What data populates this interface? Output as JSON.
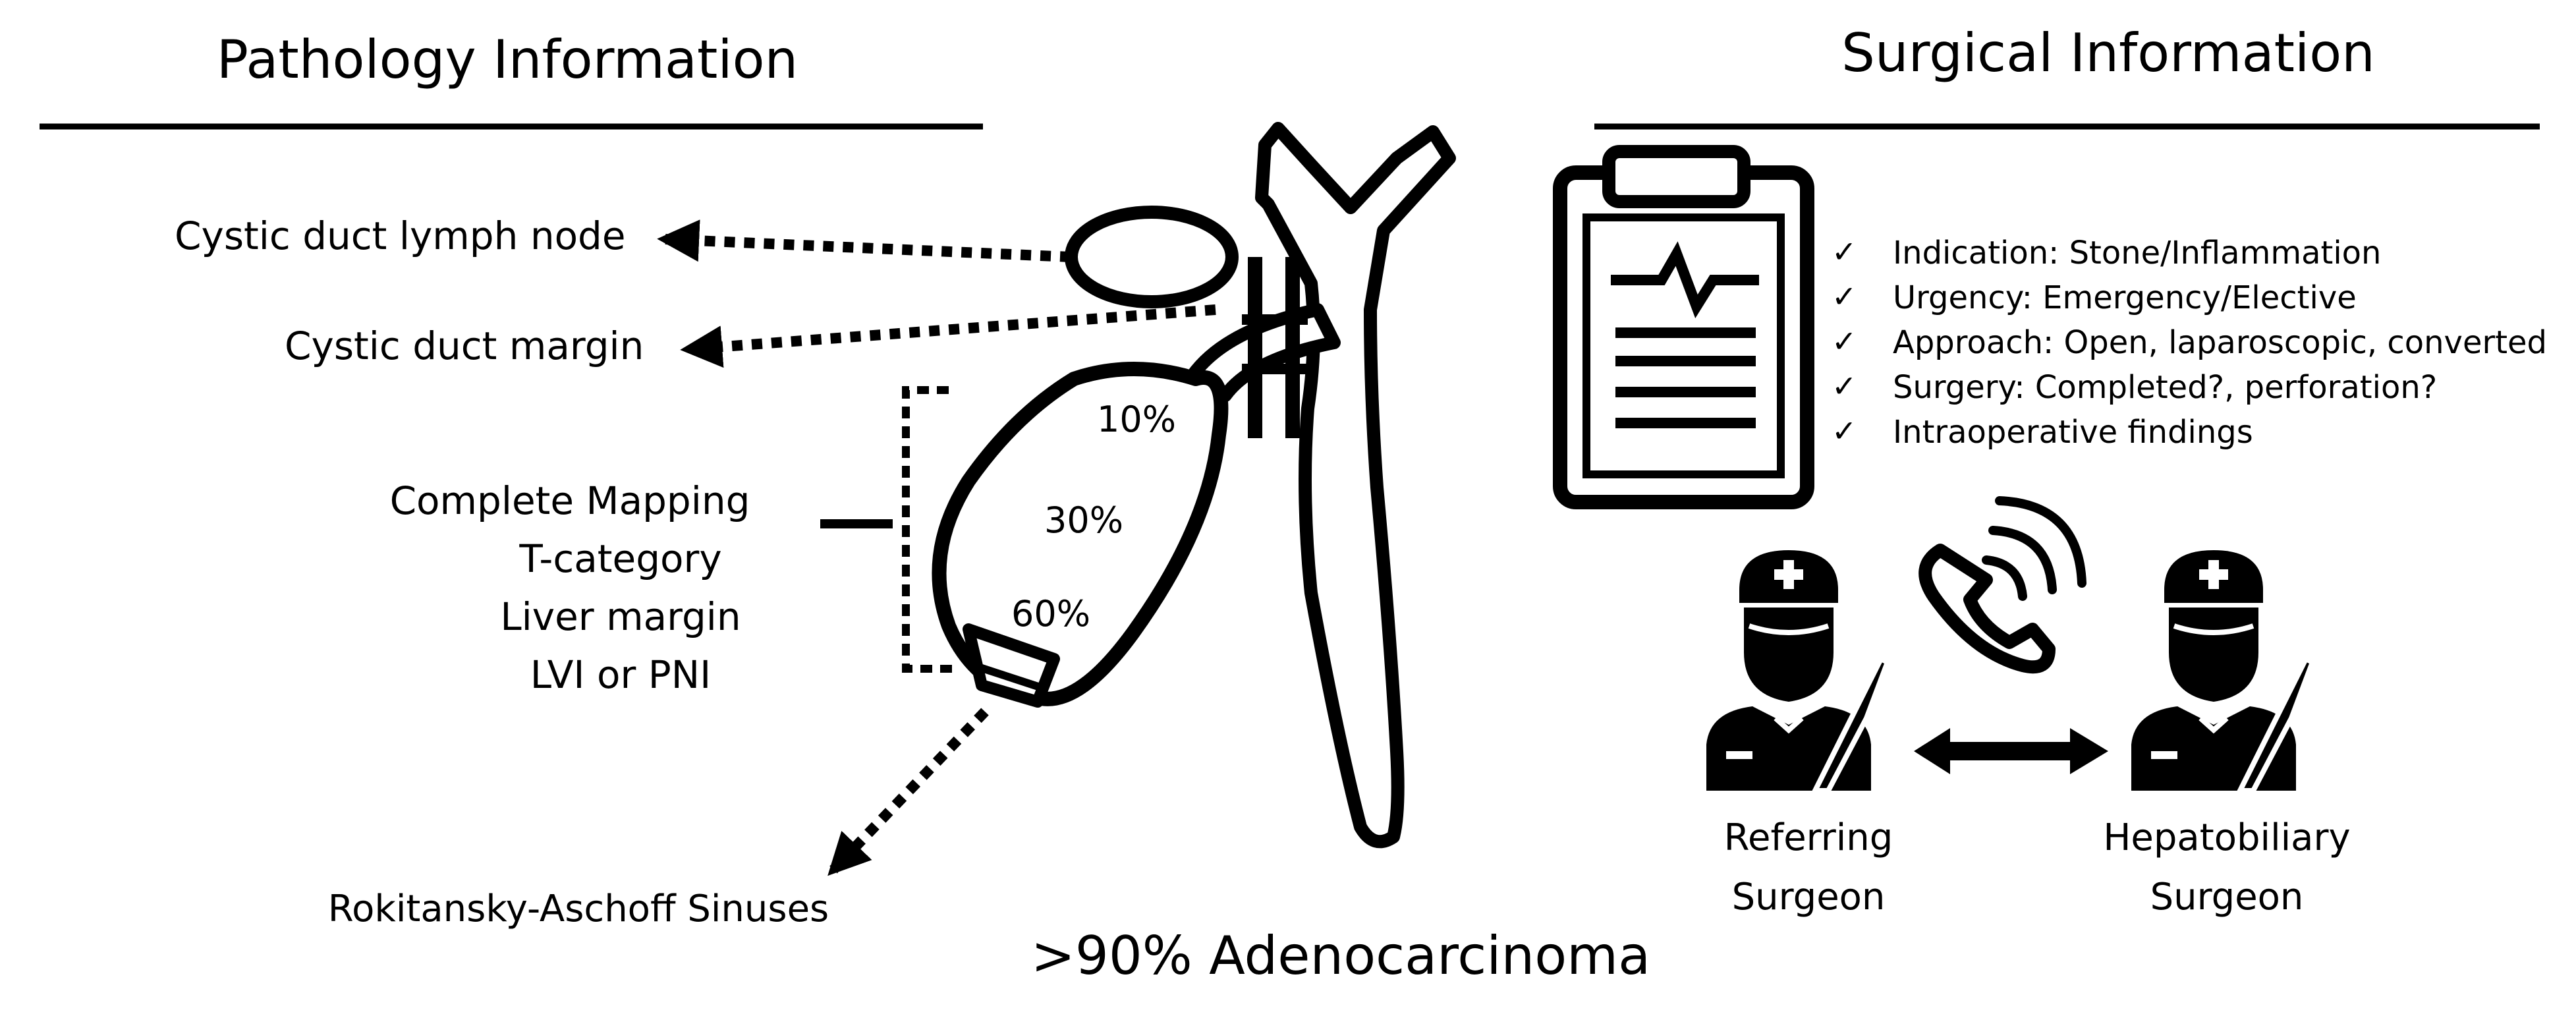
{
  "left_heading": "Pathology Information",
  "right_heading": "Surgical Information",
  "labels": {
    "lymph_node": "Cystic duct lymph node",
    "duct_margin": "Cystic duct margin",
    "mapping": [
      "Complete Mapping",
      "T-category",
      "Liver margin",
      "LVI or PNI"
    ],
    "sinuses": "Rokitansky-Aschoff Sinuses",
    "adenocarcinoma": ">90% Adenocarcinoma"
  },
  "percentages": [
    "10%",
    "30%",
    "60%"
  ],
  "checklist": {
    "check_mark": "✓",
    "items": [
      "Indication: Stone/Inflammation",
      "Urgency: Emergency/Elective",
      "Approach: Open, laparoscopic, converted",
      "Surgery: Completed?, perforation?",
      "Intraoperative findings"
    ]
  },
  "surgeons": {
    "referring": [
      "Referring",
      "Surgeon"
    ],
    "hepatobiliary": [
      "Hepatobiliary",
      "Surgeon"
    ]
  },
  "icons": [
    "clipboard-ecg-icon",
    "phone-ringing-icon",
    "surgeon-icon",
    "double-arrow-icon",
    "gallbladder-diagram"
  ]
}
